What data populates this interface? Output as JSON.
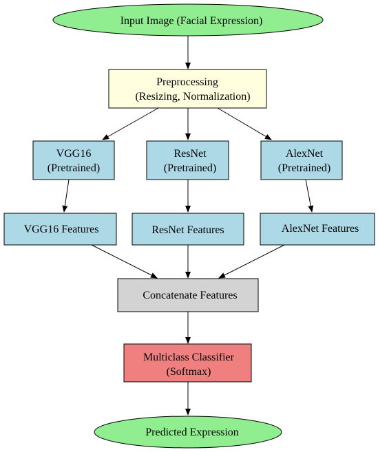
{
  "colors": {
    "terminal": "#90ee90",
    "preprocess": "#ffffe0",
    "model": "#add8e6",
    "concat": "#d3d3d3",
    "classifier": "#f08080",
    "edge": "#000000"
  },
  "nodes": {
    "input": {
      "lines": [
        "Input Image (Facial Expression)"
      ]
    },
    "preprocessing": {
      "lines": [
        "Preprocessing",
        "(Resizing, Normalization)"
      ]
    },
    "vgg16": {
      "lines": [
        "VGG16",
        "(Pretrained)"
      ]
    },
    "resnet": {
      "lines": [
        "ResNet",
        "(Pretrained)"
      ]
    },
    "alexnet": {
      "lines": [
        "AlexNet",
        "(Pretrained)"
      ]
    },
    "vgg16_features": {
      "lines": [
        "VGG16 Features"
      ]
    },
    "resnet_features": {
      "lines": [
        "ResNet Features"
      ]
    },
    "alexnet_features": {
      "lines": [
        "AlexNet Features"
      ]
    },
    "concat": {
      "lines": [
        "Concatenate Features"
      ]
    },
    "classifier": {
      "lines": [
        "Multiclass Classifier",
        "(Softmax)"
      ]
    },
    "output": {
      "lines": [
        "Predicted Expression"
      ]
    }
  }
}
